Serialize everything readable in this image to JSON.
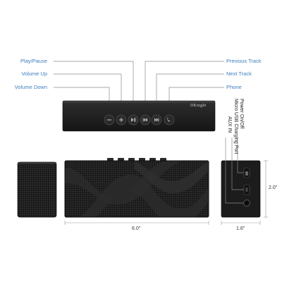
{
  "labels": {
    "left": [
      "Play/Pause",
      "Volume Up",
      "Volume Down"
    ],
    "right": [
      "Previous Track",
      "Next Track",
      "Phone"
    ]
  },
  "brand": "DKnight",
  "port_labels": [
    "Power On/Off",
    "Micro USB Charging Port",
    "AUX IN"
  ],
  "dimensions": {
    "length": "6.0\"",
    "depth": "1.6\"",
    "height": "2.0\""
  },
  "colors": {
    "label": "#3d7fc0",
    "speaker": "#1e1e1e",
    "line": "#888888"
  },
  "icons": [
    "volume-down-icon",
    "volume-up-icon",
    "play-pause-icon",
    "previous-track-icon",
    "next-track-icon",
    "phone-icon"
  ]
}
